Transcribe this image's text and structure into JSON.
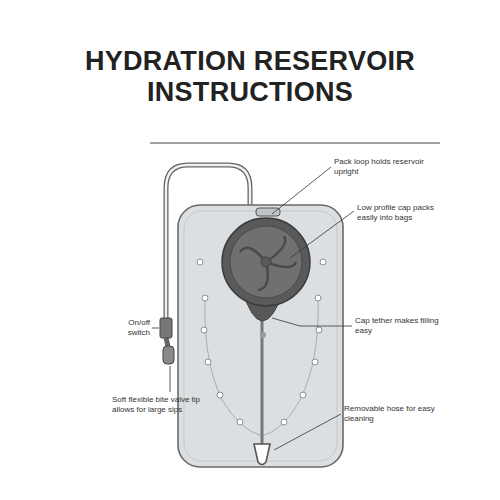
{
  "diagram": {
    "title": "HYDRATION RESERVOIR INSTRUCTIONS",
    "labels": [
      "Pack loop holds reservoir upright",
      "Low profile cap packs easily into bags",
      "On/off switch",
      "Cap tether makes filling easy",
      "Soft flexible bite valve tip allows for large sips",
      "Removable hose for easy cleaning"
    ]
  }
}
